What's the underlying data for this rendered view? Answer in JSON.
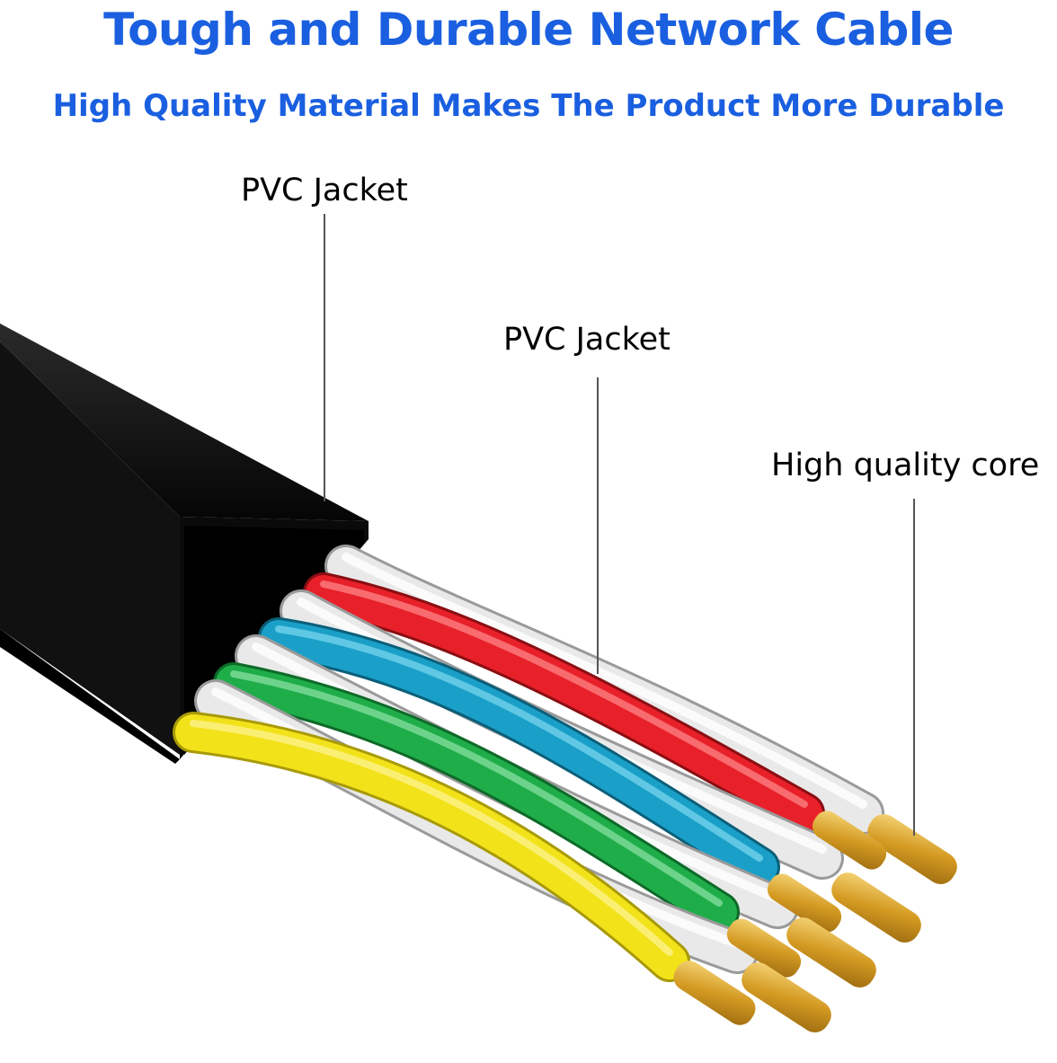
{
  "header": {
    "title": "Tough and Durable Network Cable",
    "subtitle": "High Quality Material Makes The Product More Durable"
  },
  "callouts": [
    {
      "label": "PVC Jacket"
    },
    {
      "label": "PVC Jacket"
    },
    {
      "label": "High quality core"
    }
  ],
  "colors": {
    "title": "#1a5fe0",
    "jacket": "#0c0c0c",
    "wire_white": "#e6e6e6",
    "wire_red": "#e8202a",
    "wire_blue": "#1aa0c8",
    "wire_green": "#1fad4a",
    "wire_yellow": "#f2e21a",
    "copper": "#d9a62e"
  }
}
